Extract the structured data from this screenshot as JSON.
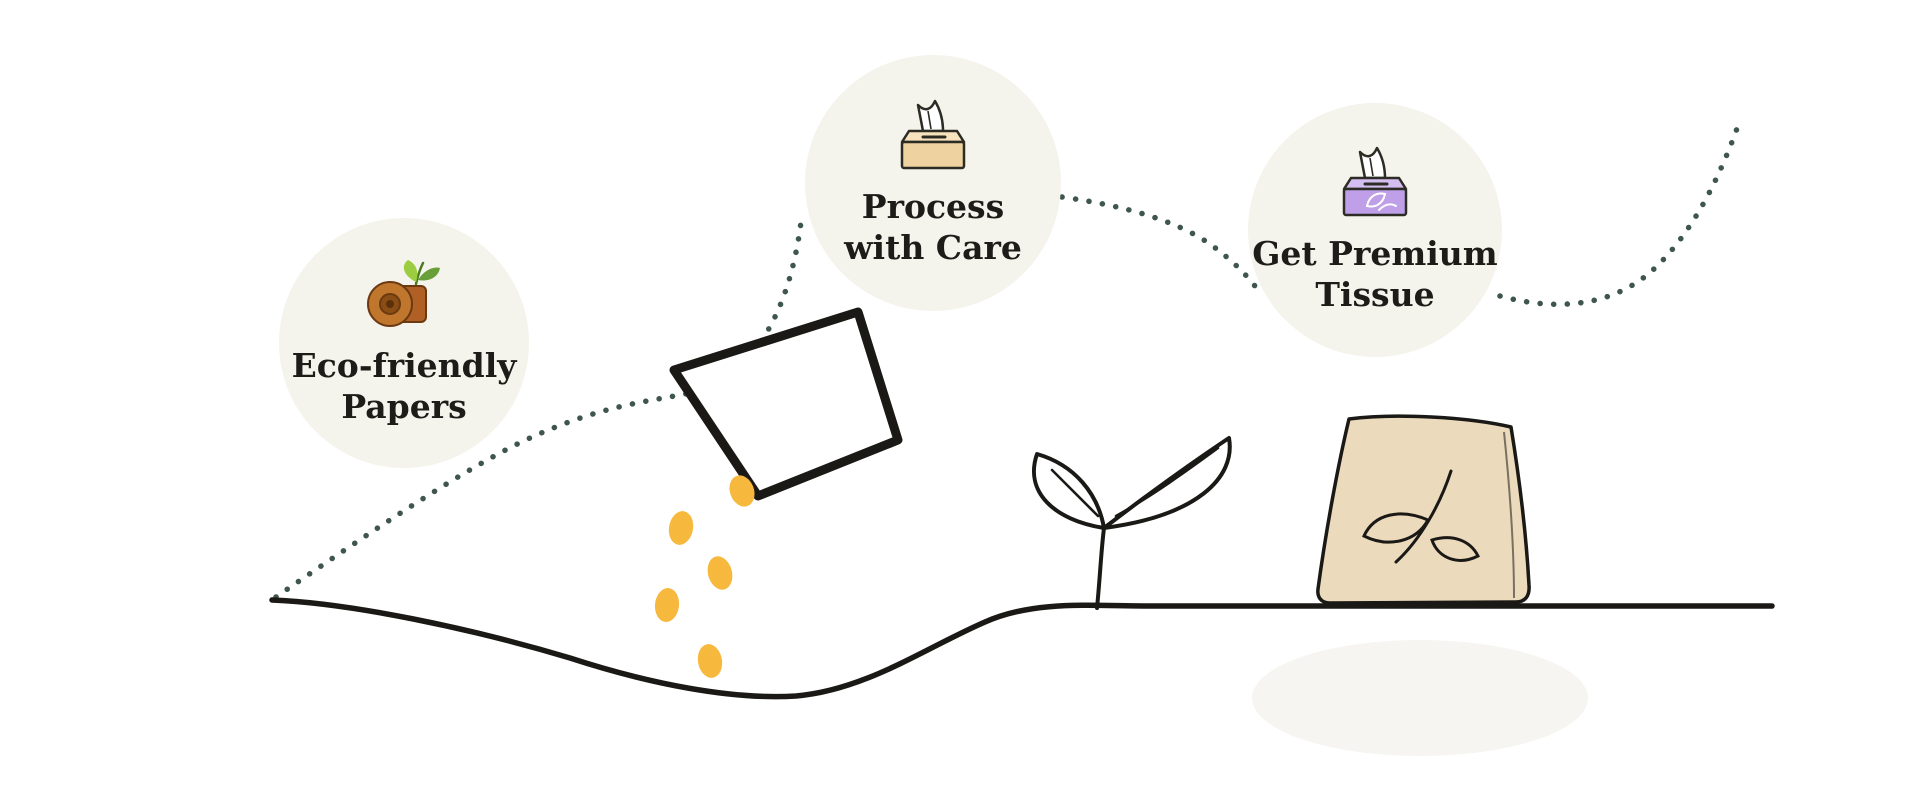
{
  "title": "Eco-friendly tissue process illustration",
  "steps": [
    {
      "id": "eco-friendly-papers",
      "lines": [
        "Eco-friendly",
        "Papers"
      ],
      "icon": "toilet-paper-roll-icon"
    },
    {
      "id": "process-with-care",
      "lines": [
        "Process",
        "with Care"
      ],
      "icon": "tissue-box-icon"
    },
    {
      "id": "get-premium-tissue",
      "lines": [
        "Get Premium",
        "Tissue"
      ],
      "icon": "premium-tissue-box-icon"
    }
  ],
  "illustration": {
    "parts": [
      "dotted-connector-path",
      "seed-pouch",
      "falling-seeds",
      "sprout-plant",
      "tissue-pack-bag",
      "ground-line"
    ]
  },
  "colors": {
    "background": "#ffffff",
    "circle_fill": "#f4f3ec",
    "text": "#1e1c18",
    "dotted_line": "#3e564b",
    "ink": "#1a1916",
    "seed_yellow": "#f6b93d",
    "roll_brown": "#c1762e",
    "tan_front": "#eed2a0",
    "purple_front": "#bfa0e8",
    "bag_beige": "#ecdabd",
    "leaf_bright": "#9ccc3f",
    "leaf_dark": "#689f38"
  }
}
